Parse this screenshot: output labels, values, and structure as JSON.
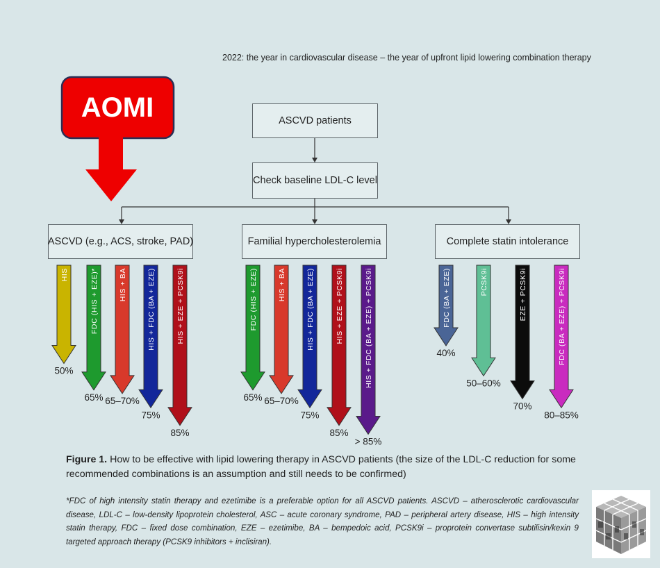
{
  "header": {
    "title": "2022: the year in cardiovascular disease – the year of upfront lipid lowering combination therapy"
  },
  "badge": {
    "label": "AOMI",
    "color": "#ee0000"
  },
  "flow": {
    "top_node": "ASCVD patients",
    "second_node": "Check baseline LDL-C level",
    "groups": [
      {
        "title": "ASCVD (e.g., ACS, stroke, PAD)",
        "arrows": [
          {
            "label": "HIS",
            "value": "50%",
            "reduction": 50,
            "color": "#c9b400"
          },
          {
            "label": "FDC (HIS + EZE)*",
            "value": "65%",
            "reduction": 65,
            "color": "#1e9a2e"
          },
          {
            "label": "HIS + BA",
            "value": "65–70%",
            "reduction": 67,
            "color": "#d8392b"
          },
          {
            "label": "HIS + FDC (BA + EZE)",
            "value": "75%",
            "reduction": 75,
            "color": "#13279a"
          },
          {
            "label": "HIS + EZE + PCSK9i",
            "value": "85%",
            "reduction": 85,
            "color": "#b0101a"
          }
        ]
      },
      {
        "title": "Familial hypercholesterolemia",
        "arrows": [
          {
            "label": "FDC (HIS + EZE)",
            "value": "65%",
            "reduction": 65,
            "color": "#1e9a2e"
          },
          {
            "label": "HIS + BA",
            "value": "65–70%",
            "reduction": 67,
            "color": "#d8392b"
          },
          {
            "label": "HIS + FDC (BA + EZE)",
            "value": "75%",
            "reduction": 75,
            "color": "#13279a"
          },
          {
            "label": "HIS + EZE + PCSK9i",
            "value": "85%",
            "reduction": 85,
            "color": "#b0101a"
          },
          {
            "label": "HIS + FDC (BA + EZE) + PCSK9i",
            "value": "> 85%",
            "reduction": 90,
            "color": "#5a1a8a"
          }
        ]
      },
      {
        "title": "Complete statin intolerance",
        "arrows": [
          {
            "label": "FDC (BA + EZE)",
            "value": "40%",
            "reduction": 40,
            "color": "#4a6596"
          },
          {
            "label": "PCSK9i",
            "value": "50–60%",
            "reduction": 57,
            "color": "#5fbf95"
          },
          {
            "label": "EZE + PCSK9i",
            "value": "70%",
            "reduction": 70,
            "color": "#0c0c0c"
          },
          {
            "label": "FDC (BA + EZE) + PCSK9i",
            "value": "80–85%",
            "reduction": 75,
            "color": "#c92bbf"
          }
        ]
      }
    ]
  },
  "caption": {
    "figure_label": "Figure 1.",
    "text": "How to be effective with lipid lowering therapy in ASCVD patients (the size of the LDL-C reduction for some recommended combinations is an assumption and still needs to be confirmed)"
  },
  "footnote": "*FDC of high intensity statin therapy and ezetimibe is a preferable option for all ASCVD patients. ASCVD – atherosclerotic cardiovascular disease, LDL-C – low-density lipoprotein cholesterol, ASC – acute coronary syndrome, PAD – peripheral artery disease, HIS – high intensity statin therapy, FDC – fixed dose combination, EZE – ezetimibe, BA – bempedoic acid, PCSK9i – proprotein convertase subtilisin/kexin 9 targeted approach therapy (PCSK9 inhibitors + inclisiran)."
}
